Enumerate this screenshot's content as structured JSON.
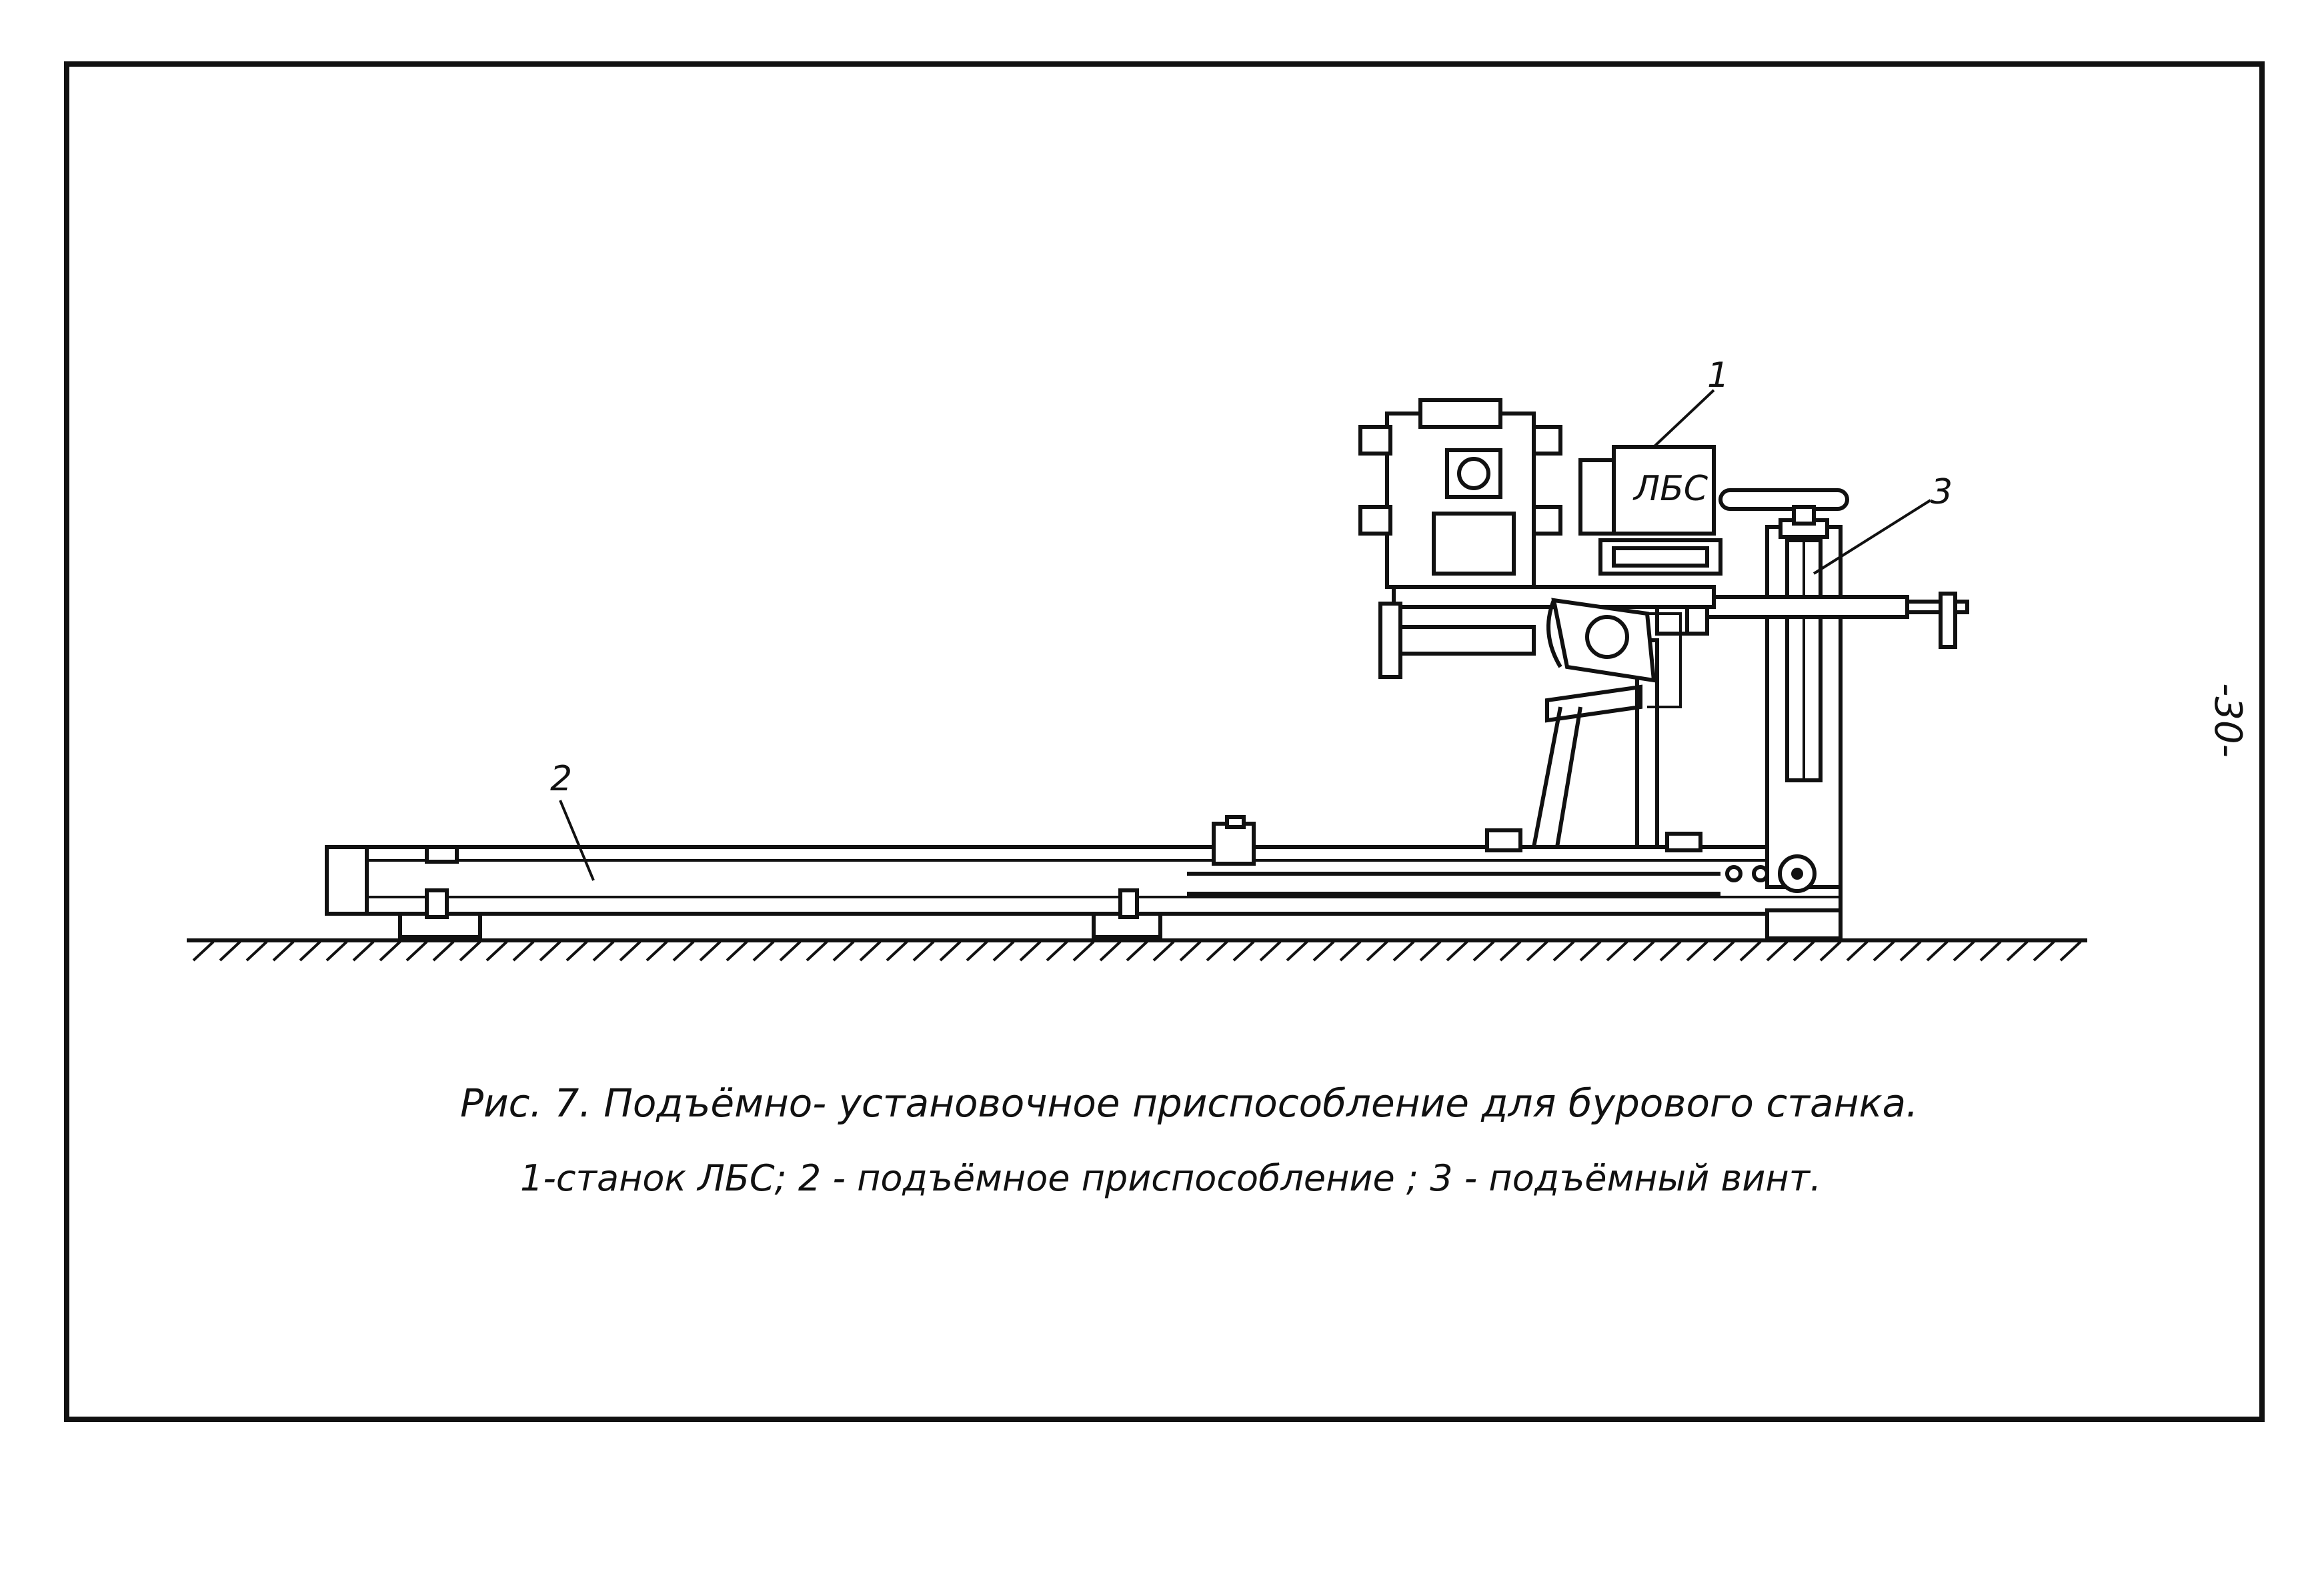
{
  "page_number": "-30-",
  "caption": {
    "title": "Рис. 7. Подъёмно- установочное приспособление для бурового станка.",
    "legend": "1-станок ЛБС;   2 - подъёмное приспособление ; 3 - подъёмный винт."
  },
  "callouts": {
    "one": "1",
    "two": "2",
    "three": "3"
  },
  "machine_label": "ЛБС"
}
